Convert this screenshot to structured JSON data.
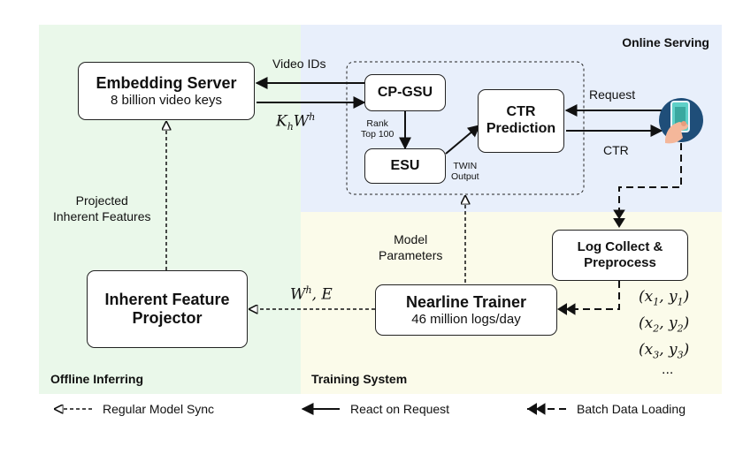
{
  "regions": {
    "online_serving": {
      "label": "Online Serving",
      "color": "#e8effb"
    },
    "offline_inferring": {
      "label": "Offline Inferring",
      "color": "#eaf8ea"
    },
    "training_system": {
      "label": "Training System",
      "color": "#fbfbea"
    }
  },
  "boxes": {
    "embedding_server": {
      "title": "Embedding Server",
      "subtitle": "8 billion video keys"
    },
    "cp_gsu": {
      "title": "CP-GSU"
    },
    "esu": {
      "title": "ESU"
    },
    "ctr_prediction": {
      "title_line1": "CTR",
      "title_line2": "Prediction"
    },
    "log_collect": {
      "title_line1": "Log Collect &",
      "title_line2": "Preprocess"
    },
    "nearline_trainer": {
      "title": "Nearline Trainer",
      "subtitle": "46 million logs/day"
    },
    "inherent_projector": {
      "title_line1": "Inherent Feature",
      "title_line2": "Projector"
    }
  },
  "edge_labels": {
    "video_ids": "Video IDs",
    "kh_wh": "K_hW^h",
    "rank_line1": "Rank",
    "rank_line2": "Top 100",
    "twin_line1": "TWIN",
    "twin_line2": "Output",
    "request": "Request",
    "ctr": "CTR",
    "model_params_line1": "Model",
    "model_params_line2": "Parameters",
    "projected_line1": "Projected",
    "projected_line2": "Inherent Features",
    "wh_e": "W^h, E"
  },
  "samples": [
    "(x_1, y_1)",
    "(x_2, y_2)",
    "(x_3, y_3)",
    "..."
  ],
  "user_icon": "phone-touch-icon",
  "legend": {
    "regular_model_sync": "Regular Model Sync",
    "react_on_request": "React on Request",
    "batch_data_loading": "Batch Data Loading"
  }
}
